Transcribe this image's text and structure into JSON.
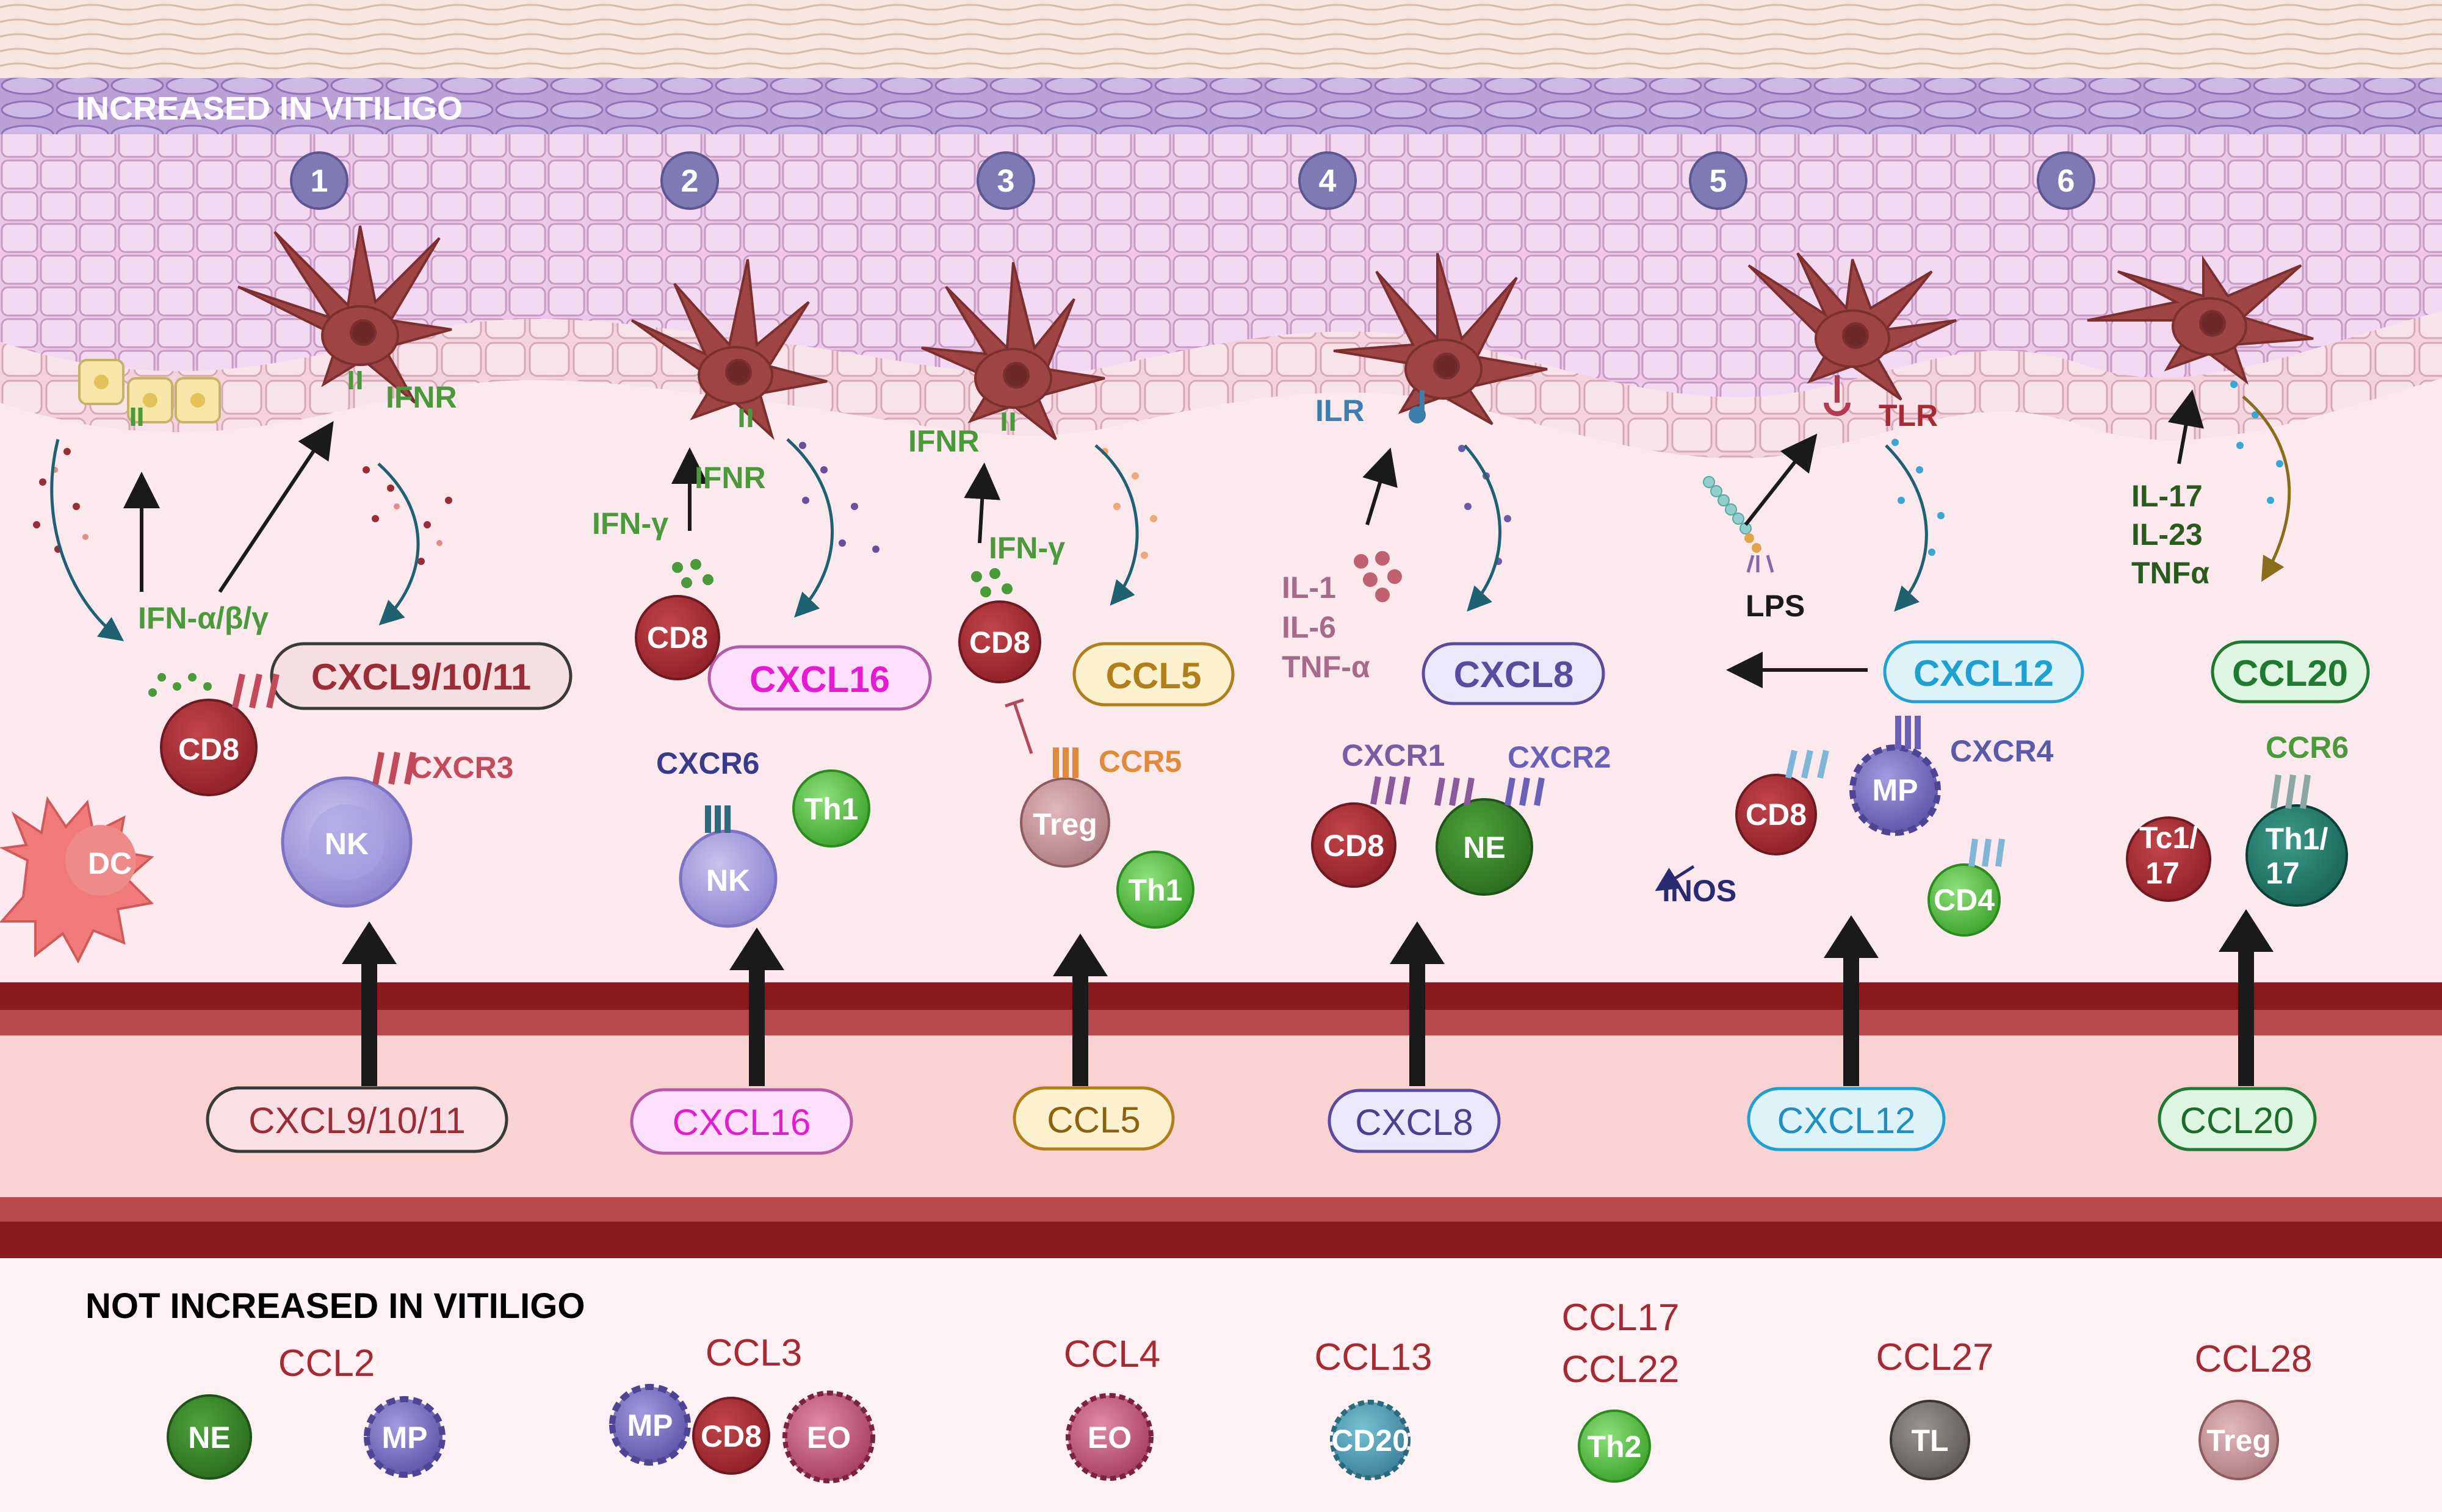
{
  "header": {
    "increased": "INCREASED IN VITILIGO",
    "not_increased": "NOT INCREASED IN VITILIGO"
  },
  "colors": {
    "cxcl9": "#9a2d35",
    "cxcl16": "#e41bd0",
    "ccl5": "#b07f1a",
    "cxcl8": "#5a4b9e",
    "cxcl12": "#1ea0d0",
    "ccl20": "#1e7a33",
    "dendritic": "#9e4444",
    "receptor_green": "#4a9a3c",
    "label_red": "#a52a34"
  },
  "steps": [
    "1",
    "2",
    "3",
    "4",
    "5",
    "6"
  ],
  "panels": {
    "p1": {
      "ifnr_a": "IFNR",
      "ifn": "IFN-α/β/γ",
      "chemokine": "CXCL9/10/11",
      "cd8": "CD8",
      "dc": "DC",
      "nk": "NK",
      "receptor": "CXCR3",
      "vessel": "CXCL9/10/11"
    },
    "p2": {
      "ifnr": "IFNR",
      "ifn": "IFN-γ",
      "cd8": "CD8",
      "chemokine": "CXCL16",
      "receptor": "CXCR6",
      "nk": "NK",
      "th1": "Th1",
      "vessel": "CXCL16"
    },
    "p3": {
      "ifnr": "IFNR",
      "ifn": "IFN-γ",
      "cd8": "CD8",
      "chemokine": "CCL5",
      "receptor": "CCR5",
      "treg": "Treg",
      "th1": "Th1",
      "vessel": "CCL5"
    },
    "p4": {
      "ilr": "ILR",
      "il1": "IL-1",
      "il6": "IL-6",
      "tnf": "TNF-α",
      "chemokine": "CXCL8",
      "receptor1": "CXCR1",
      "receptor2": "CXCR2",
      "cd8": "CD8",
      "ne": "NE",
      "vessel": "CXCL8"
    },
    "p5": {
      "tlr": "TLR",
      "lps": "LPS",
      "chemokine": "CXCL12",
      "receptor": "CXCR4",
      "mp": "MP",
      "cd8": "CD8",
      "inos": "iNOS",
      "cd4": "CD4",
      "vessel": "CXCL12"
    },
    "p6": {
      "il17": "IL-17",
      "il23": "IL-23",
      "tnf": "TNFα",
      "chemokine": "CCL20",
      "receptor": "CCR6",
      "tc_a": "Tc1/",
      "tc_b": "17",
      "th_a": "Th1/",
      "th_b": "17",
      "vessel": "CCL20"
    }
  },
  "not_increased": {
    "ccl2": {
      "label": "CCL2",
      "cells": [
        "NE",
        "MP"
      ]
    },
    "ccl3": {
      "label": "CCL3",
      "cells": [
        "MP",
        "CD8",
        "EO"
      ]
    },
    "ccl4": {
      "label": "CCL4",
      "cells": [
        "EO"
      ]
    },
    "ccl13": {
      "label": "CCL13",
      "cells": [
        "CD20"
      ]
    },
    "ccl17": {
      "label_a": "CCL17",
      "label_b": "CCL22",
      "cells": [
        "Th2"
      ]
    },
    "ccl27": {
      "label": "CCL27",
      "cells": [
        "TL"
      ]
    },
    "ccl28": {
      "label": "CCL28",
      "cells": [
        "Treg"
      ]
    }
  }
}
